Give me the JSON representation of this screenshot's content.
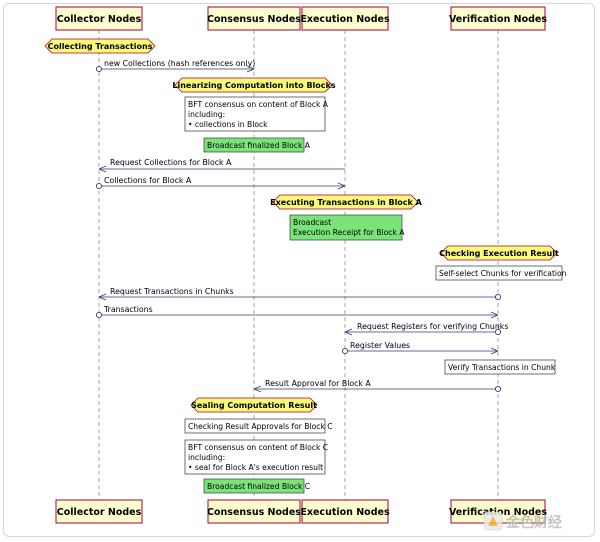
{
  "participants": [
    {
      "id": "collector",
      "label": "Collector Nodes"
    },
    {
      "id": "consensus",
      "label": "Consensus Nodes"
    },
    {
      "id": "execution",
      "label": "Execution Nodes"
    },
    {
      "id": "verification",
      "label": "Verification Nodes"
    }
  ],
  "sections": [
    {
      "label": "Collecting Transactions"
    },
    {
      "label": "Linearizing Computation into Blocks"
    },
    {
      "label": "Executing Transactions in Block A"
    },
    {
      "label": "Checking Execution Result"
    },
    {
      "label": "Sealing Computation Result"
    }
  ],
  "messages": [
    {
      "label": "new Collections (hash references only)"
    },
    {
      "label": "Request Collections for Block A"
    },
    {
      "label": "Collections for Block A"
    },
    {
      "label": "Request Transactions in Chunks"
    },
    {
      "label": "Transactions"
    },
    {
      "label": "Request Registers for verifying Chunks"
    },
    {
      "label": "Register Values"
    },
    {
      "label": "Result Approval for Block A"
    }
  ],
  "notes": [
    {
      "lines": [
        "BFT consensus on content of Block A",
        "including:",
        " • collections in Block"
      ]
    },
    {
      "lines": [
        "Broadcast finalized Block A"
      ]
    },
    {
      "lines": [
        "Broadcast",
        "Execution Receipt for Block A"
      ]
    },
    {
      "lines": [
        "Self-select Chunks for verification"
      ]
    },
    {
      "lines": [
        "Verify Transactions in Chunk"
      ]
    },
    {
      "lines": [
        "Checking Result Approvals for Block C"
      ]
    },
    {
      "lines": [
        "BFT consensus on content of Block C",
        "including:",
        " • seal for Block A's execution result"
      ]
    },
    {
      "lines": [
        "Broadcast finalized Block C"
      ]
    }
  ],
  "watermark": "金色财经",
  "colors": {
    "participant_fill": "#fefece",
    "participant_border": "#a80036",
    "section_fill": "#fbfb77",
    "broadcast_fill": "#7ae47a",
    "arrow": "#383877"
  }
}
